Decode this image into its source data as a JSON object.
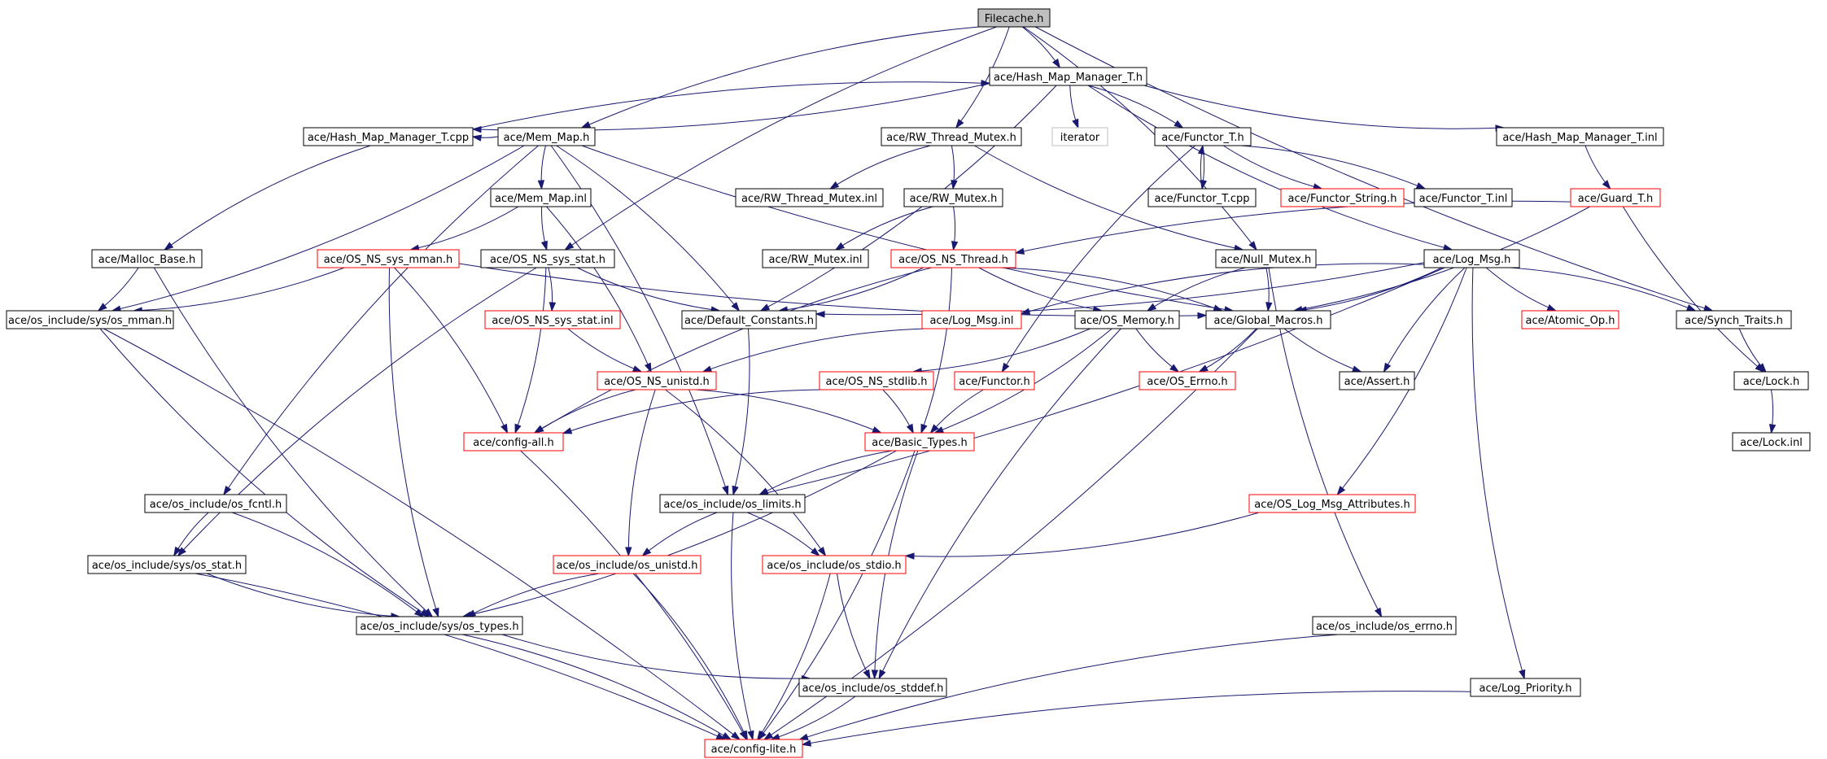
{
  "nodes": [
    {
      "id": "filecache",
      "label": "Filecache.h",
      "style": "root"
    },
    {
      "id": "hmmt_h",
      "label": "ace/Hash_Map_Manager_T.h",
      "style": "black"
    },
    {
      "id": "hmmt_cpp",
      "label": "ace/Hash_Map_Manager_T.cpp",
      "style": "black"
    },
    {
      "id": "memmap_h",
      "label": "ace/Mem_Map.h",
      "style": "black"
    },
    {
      "id": "rwtm_h",
      "label": "ace/RW_Thread_Mutex.h",
      "style": "black"
    },
    {
      "id": "iterator",
      "label": "iterator",
      "style": "grey"
    },
    {
      "id": "functor_t_h",
      "label": "ace/Functor_T.h",
      "style": "black"
    },
    {
      "id": "hmmt_inl",
      "label": "ace/Hash_Map_Manager_T.inl",
      "style": "black"
    },
    {
      "id": "memmap_inl",
      "label": "ace/Mem_Map.inl",
      "style": "black"
    },
    {
      "id": "rwtm_inl",
      "label": "ace/RW_Thread_Mutex.inl",
      "style": "black"
    },
    {
      "id": "rwm_h",
      "label": "ace/RW_Mutex.h",
      "style": "black"
    },
    {
      "id": "functor_t_cpp",
      "label": "ace/Functor_T.cpp",
      "style": "black"
    },
    {
      "id": "functor_string",
      "label": "ace/Functor_String.h",
      "style": "red"
    },
    {
      "id": "functor_t_inl",
      "label": "ace/Functor_T.inl",
      "style": "black"
    },
    {
      "id": "guard_t",
      "label": "ace/Guard_T.h",
      "style": "red"
    },
    {
      "id": "malloc_base",
      "label": "ace/Malloc_Base.h",
      "style": "black"
    },
    {
      "id": "os_ns_sys_mman",
      "label": "ace/OS_NS_sys_mman.h",
      "style": "red"
    },
    {
      "id": "os_ns_sys_stat",
      "label": "ace/OS_NS_sys_stat.h",
      "style": "black"
    },
    {
      "id": "rwm_inl",
      "label": "ace/RW_Mutex.inl",
      "style": "black"
    },
    {
      "id": "os_ns_thread",
      "label": "ace/OS_NS_Thread.h",
      "style": "red"
    },
    {
      "id": "null_mutex",
      "label": "ace/Null_Mutex.h",
      "style": "black"
    },
    {
      "id": "log_msg",
      "label": "ace/Log_Msg.h",
      "style": "black"
    },
    {
      "id": "os_sys_mman",
      "label": "ace/os_include/sys/os_mman.h",
      "style": "black"
    },
    {
      "id": "os_ns_sys_stat_inl",
      "label": "ace/OS_NS_sys_stat.inl",
      "style": "red"
    },
    {
      "id": "default_constants",
      "label": "ace/Default_Constants.h",
      "style": "black"
    },
    {
      "id": "log_msg_inl",
      "label": "ace/Log_Msg.inl",
      "style": "red"
    },
    {
      "id": "os_memory",
      "label": "ace/OS_Memory.h",
      "style": "black"
    },
    {
      "id": "global_macros",
      "label": "ace/Global_Macros.h",
      "style": "black"
    },
    {
      "id": "atomic_op",
      "label": "ace/Atomic_Op.h",
      "style": "red"
    },
    {
      "id": "synch_traits",
      "label": "ace/Synch_Traits.h",
      "style": "black"
    },
    {
      "id": "os_ns_unistd",
      "label": "ace/OS_NS_unistd.h",
      "style": "red"
    },
    {
      "id": "os_ns_stdlib",
      "label": "ace/OS_NS_stdlib.h",
      "style": "red"
    },
    {
      "id": "functor_h",
      "label": "ace/Functor.h",
      "style": "red"
    },
    {
      "id": "os_errno_h",
      "label": "ace/OS_Errno.h",
      "style": "red"
    },
    {
      "id": "assert_h",
      "label": "ace/Assert.h",
      "style": "black"
    },
    {
      "id": "lock_h",
      "label": "ace/Lock.h",
      "style": "black"
    },
    {
      "id": "config_all",
      "label": "ace/config-all.h",
      "style": "red"
    },
    {
      "id": "basic_types",
      "label": "ace/Basic_Types.h",
      "style": "red"
    },
    {
      "id": "lock_inl",
      "label": "ace/Lock.inl",
      "style": "black"
    },
    {
      "id": "os_fcntl",
      "label": "ace/os_include/os_fcntl.h",
      "style": "black"
    },
    {
      "id": "os_limits",
      "label": "ace/os_include/os_limits.h",
      "style": "black"
    },
    {
      "id": "os_log_msg_attr",
      "label": "ace/OS_Log_Msg_Attributes.h",
      "style": "red"
    },
    {
      "id": "os_sys_stat",
      "label": "ace/os_include/sys/os_stat.h",
      "style": "black"
    },
    {
      "id": "os_unistd",
      "label": "ace/os_include/os_unistd.h",
      "style": "red"
    },
    {
      "id": "os_stdio",
      "label": "ace/os_include/os_stdio.h",
      "style": "red"
    },
    {
      "id": "os_sys_types",
      "label": "ace/os_include/sys/os_types.h",
      "style": "black"
    },
    {
      "id": "os_errno",
      "label": "ace/os_include/os_errno.h",
      "style": "black"
    },
    {
      "id": "os_stddef",
      "label": "ace/os_include/os_stddef.h",
      "style": "black"
    },
    {
      "id": "log_priority",
      "label": "ace/Log_Priority.h",
      "style": "black"
    },
    {
      "id": "config_lite",
      "label": "ace/config-lite.h",
      "style": "red"
    }
  ],
  "edges": [
    [
      "filecache",
      "hmmt_h"
    ],
    [
      "filecache",
      "memmap_h"
    ],
    [
      "filecache",
      "rwtm_h"
    ],
    [
      "filecache",
      "os_ns_sys_stat"
    ],
    [
      "filecache",
      "null_mutex"
    ],
    [
      "filecache",
      "synch_traits"
    ],
    [
      "hmmt_h",
      "hmmt_cpp"
    ],
    [
      "hmmt_h",
      "iterator"
    ],
    [
      "hmmt_h",
      "functor_t_h"
    ],
    [
      "hmmt_h",
      "hmmt_inl"
    ],
    [
      "hmmt_h",
      "default_constants"
    ],
    [
      "hmmt_h",
      "log_msg"
    ],
    [
      "hmmt_cpp",
      "hmmt_h"
    ],
    [
      "hmmt_cpp",
      "malloc_base"
    ],
    [
      "memmap_h",
      "hmmt_cpp"
    ],
    [
      "memmap_h",
      "memmap_inl"
    ],
    [
      "memmap_h",
      "os_sys_mman"
    ],
    [
      "memmap_h",
      "os_fcntl"
    ],
    [
      "memmap_h",
      "default_constants"
    ],
    [
      "memmap_h",
      "global_macros"
    ],
    [
      "memmap_h",
      "os_limits"
    ],
    [
      "rwtm_h",
      "rwtm_inl"
    ],
    [
      "rwtm_h",
      "rwm_h"
    ],
    [
      "rwtm_h",
      "null_mutex"
    ],
    [
      "functor_t_h",
      "functor_t_cpp"
    ],
    [
      "functor_t_h",
      "functor_string"
    ],
    [
      "functor_t_h",
      "functor_t_inl"
    ],
    [
      "functor_t_h",
      "functor_h"
    ],
    [
      "functor_t_cpp",
      "functor_t_h"
    ],
    [
      "hmmt_inl",
      "guard_t"
    ],
    [
      "memmap_inl",
      "os_ns_sys_mman"
    ],
    [
      "memmap_inl",
      "os_ns_sys_stat"
    ],
    [
      "memmap_inl",
      "os_ns_unistd"
    ],
    [
      "rwm_h",
      "rwm_inl"
    ],
    [
      "rwm_h",
      "os_ns_thread"
    ],
    [
      "guard_t",
      "os_ns_thread"
    ],
    [
      "guard_t",
      "global_macros"
    ],
    [
      "guard_t",
      "lock_h"
    ],
    [
      "malloc_base",
      "os_sys_mman"
    ],
    [
      "malloc_base",
      "os_sys_types"
    ],
    [
      "os_ns_sys_mman",
      "os_sys_mman"
    ],
    [
      "os_ns_sys_mman",
      "global_macros"
    ],
    [
      "os_ns_sys_mman",
      "config_all"
    ],
    [
      "os_ns_sys_mman",
      "os_sys_types"
    ],
    [
      "os_ns_sys_stat",
      "os_ns_sys_stat_inl"
    ],
    [
      "os_ns_sys_stat",
      "default_constants"
    ],
    [
      "os_ns_sys_stat",
      "config_all"
    ],
    [
      "os_ns_sys_stat",
      "os_sys_stat"
    ],
    [
      "os_ns_thread",
      "default_constants"
    ],
    [
      "os_ns_thread",
      "os_memory"
    ],
    [
      "os_ns_thread",
      "global_macros"
    ],
    [
      "os_ns_thread",
      "config_all"
    ],
    [
      "os_ns_thread",
      "basic_types"
    ],
    [
      "null_mutex",
      "os_memory"
    ],
    [
      "null_mutex",
      "global_macros"
    ],
    [
      "null_mutex",
      "os_errno"
    ],
    [
      "log_msg",
      "default_constants"
    ],
    [
      "log_msg",
      "log_msg_inl"
    ],
    [
      "log_msg",
      "global_macros"
    ],
    [
      "log_msg",
      "atomic_op"
    ],
    [
      "log_msg",
      "synch_traits"
    ],
    [
      "log_msg",
      "assert_h"
    ],
    [
      "log_msg",
      "os_log_msg_attr"
    ],
    [
      "log_msg",
      "log_priority"
    ],
    [
      "log_msg",
      "os_limits"
    ],
    [
      "os_sys_mman",
      "os_sys_types"
    ],
    [
      "os_sys_mman",
      "config_lite"
    ],
    [
      "os_ns_sys_stat_inl",
      "os_ns_unistd"
    ],
    [
      "default_constants",
      "os_limits"
    ],
    [
      "log_msg_inl",
      "os_ns_unistd"
    ],
    [
      "os_memory",
      "os_ns_stdlib"
    ],
    [
      "os_memory",
      "os_errno_h"
    ],
    [
      "os_memory",
      "basic_types"
    ],
    [
      "os_memory",
      "os_stddef"
    ],
    [
      "global_macros",
      "os_errno_h"
    ],
    [
      "global_macros",
      "assert_h"
    ],
    [
      "global_macros",
      "config_lite"
    ],
    [
      "synch_traits",
      "lock_h"
    ],
    [
      "lock_h",
      "lock_inl"
    ],
    [
      "os_ns_unistd",
      "config_all"
    ],
    [
      "os_ns_unistd",
      "basic_types"
    ],
    [
      "os_ns_unistd",
      "os_unistd"
    ],
    [
      "os_ns_unistd",
      "os_stdio"
    ],
    [
      "os_ns_stdlib",
      "config_all"
    ],
    [
      "os_ns_stdlib",
      "basic_types"
    ],
    [
      "functor_h",
      "basic_types"
    ],
    [
      "config_all",
      "config_lite"
    ],
    [
      "basic_types",
      "os_limits"
    ],
    [
      "basic_types",
      "os_sys_types"
    ],
    [
      "basic_types",
      "os_stddef"
    ],
    [
      "basic_types",
      "config_lite"
    ],
    [
      "os_fcntl",
      "os_sys_stat"
    ],
    [
      "os_fcntl",
      "os_sys_types"
    ],
    [
      "os_limits",
      "os_unistd"
    ],
    [
      "os_limits",
      "os_stdio"
    ],
    [
      "os_limits",
      "config_lite"
    ],
    [
      "os_log_msg_attr",
      "os_stdio"
    ],
    [
      "os_sys_stat",
      "os_sys_types"
    ],
    [
      "os_sys_stat",
      "config_lite"
    ],
    [
      "os_unistd",
      "os_sys_types"
    ],
    [
      "os_unistd",
      "config_lite"
    ],
    [
      "os_stdio",
      "os_stddef"
    ],
    [
      "os_stdio",
      "config_lite"
    ],
    [
      "os_sys_types",
      "os_stddef"
    ],
    [
      "os_sys_types",
      "config_lite"
    ],
    [
      "os_errno",
      "config_lite"
    ],
    [
      "os_stddef",
      "config_lite"
    ],
    [
      "log_priority",
      "config_lite"
    ]
  ]
}
